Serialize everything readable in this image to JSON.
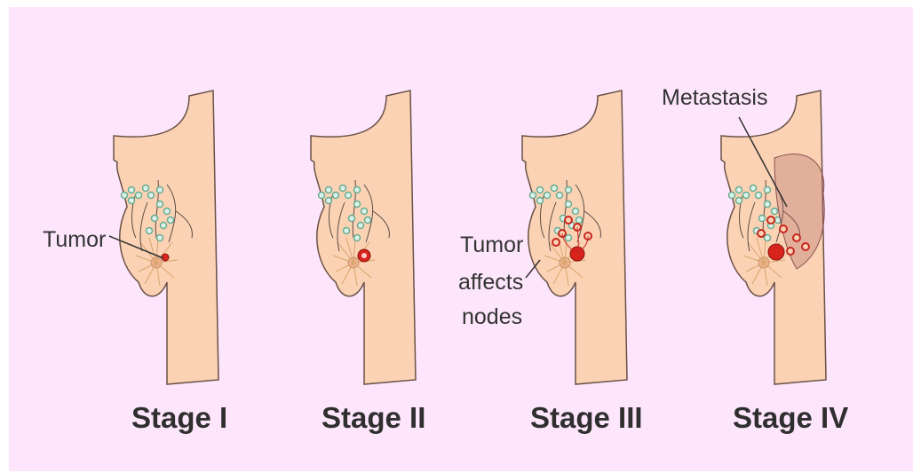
{
  "background_color": "#fde6fb",
  "skin_color": "#fbd3b4",
  "outline_color": "#6b5147",
  "node_color": "#9fdcc5",
  "tumor_color": "#d8221c",
  "stages": [
    {
      "label": "Stage I"
    },
    {
      "label": "Stage II"
    },
    {
      "label": "Stage III"
    },
    {
      "label": "Stage IV"
    }
  ],
  "annotations": {
    "tumor": "Tumor",
    "affects_line1": "Tumor",
    "affects_line2": "affects",
    "affects_line3": "nodes",
    "metastasis": "Metastasis"
  }
}
